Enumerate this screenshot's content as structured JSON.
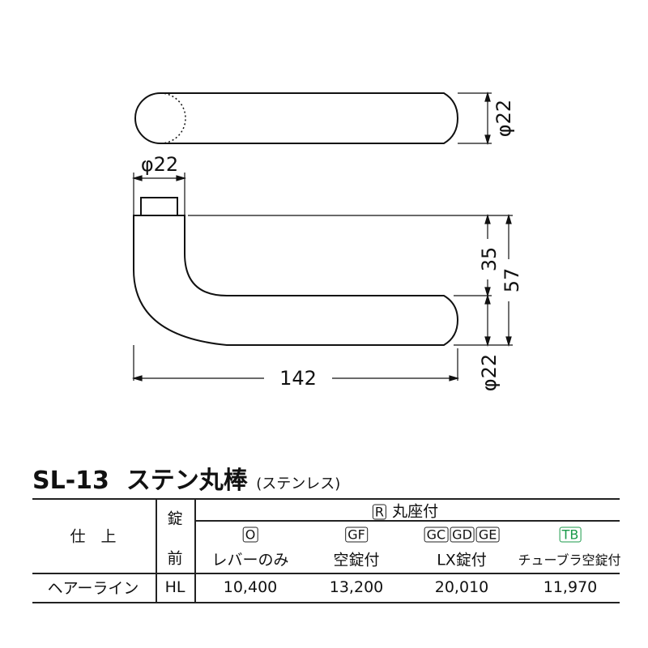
{
  "drawing": {
    "top_view_diameter": "φ22",
    "neck_diameter": "φ22",
    "height_35": "35",
    "height_57": "57",
    "grip_diameter": "φ22",
    "length": "142"
  },
  "product": {
    "model": "SL-13",
    "name": "ステン丸棒",
    "material": "(ステンレス)"
  },
  "table": {
    "finish_header": "仕　上",
    "lock_header_1": "錠",
    "lock_header_2": "前",
    "group_code": "R",
    "group_label": "丸座付",
    "columns": [
      {
        "codes": [
          "O"
        ],
        "label": "レバーのみ"
      },
      {
        "codes": [
          "GF"
        ],
        "label": "空錠付"
      },
      {
        "codes": [
          "GC",
          "GD",
          "GE"
        ],
        "label": "LX錠付"
      },
      {
        "codes": [
          "TB"
        ],
        "label": "チューブラ空錠付",
        "code_color": "#1a9a4a"
      }
    ],
    "rows": [
      {
        "finish": "ヘアーライン",
        "code": "HL",
        "prices": [
          "10,400",
          "13,200",
          "20,010",
          "11,970"
        ]
      }
    ]
  }
}
